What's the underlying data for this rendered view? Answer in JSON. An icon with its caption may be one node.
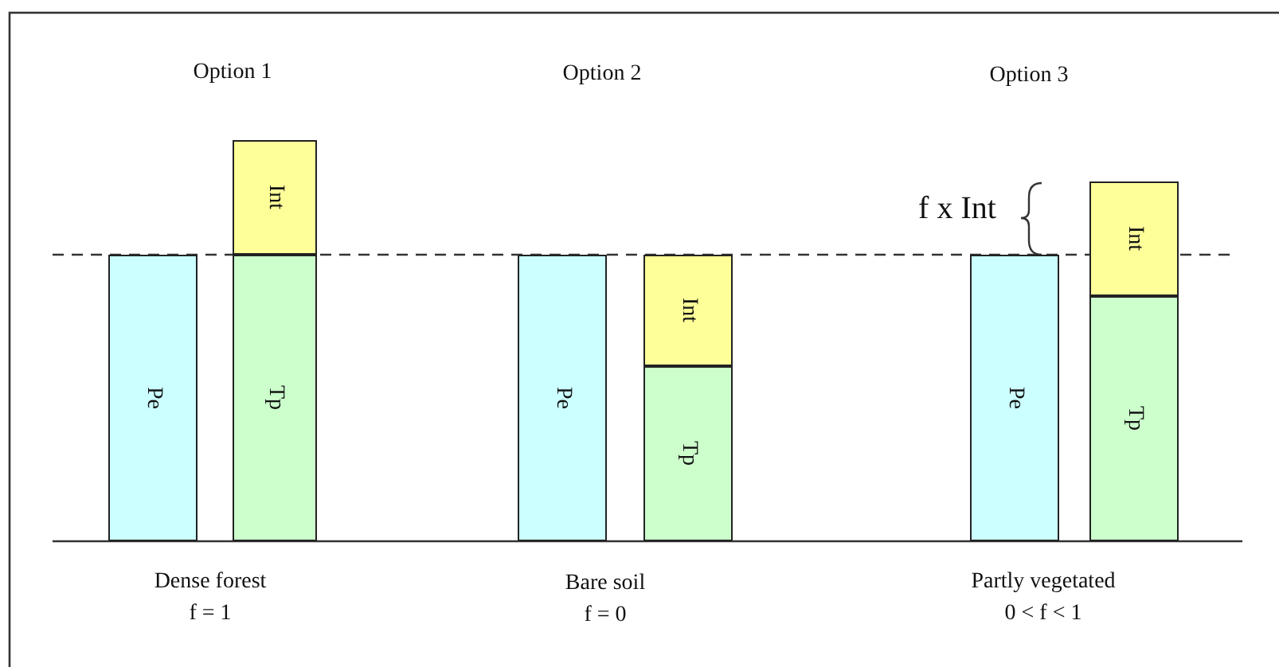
{
  "diagram": {
    "nodes": [
      {
        "text": [
          "Pe"
        ]
      },
      {
        "text": [
          "Int"
        ]
      },
      {
        "text": [
          "Tp"
        ]
      },
      {
        "text": [
          "Pe"
        ]
      },
      {
        "text": [
          "Int"
        ]
      },
      {
        "text": [
          "Tp"
        ]
      },
      {
        "text": [
          "Pe"
        ]
      },
      {
        "text": [
          "Int"
        ]
      },
      {
        "text": [
          "Tp"
        ]
      }
    ],
    "labels": [
      "Option 1",
      "Option 2",
      "Option 3",
      "f x Int",
      "Dense forest",
      "f = 1",
      "Bare soil",
      "f = 0",
      "Partly vegetated",
      "0 < f < 1"
    ]
  }
}
